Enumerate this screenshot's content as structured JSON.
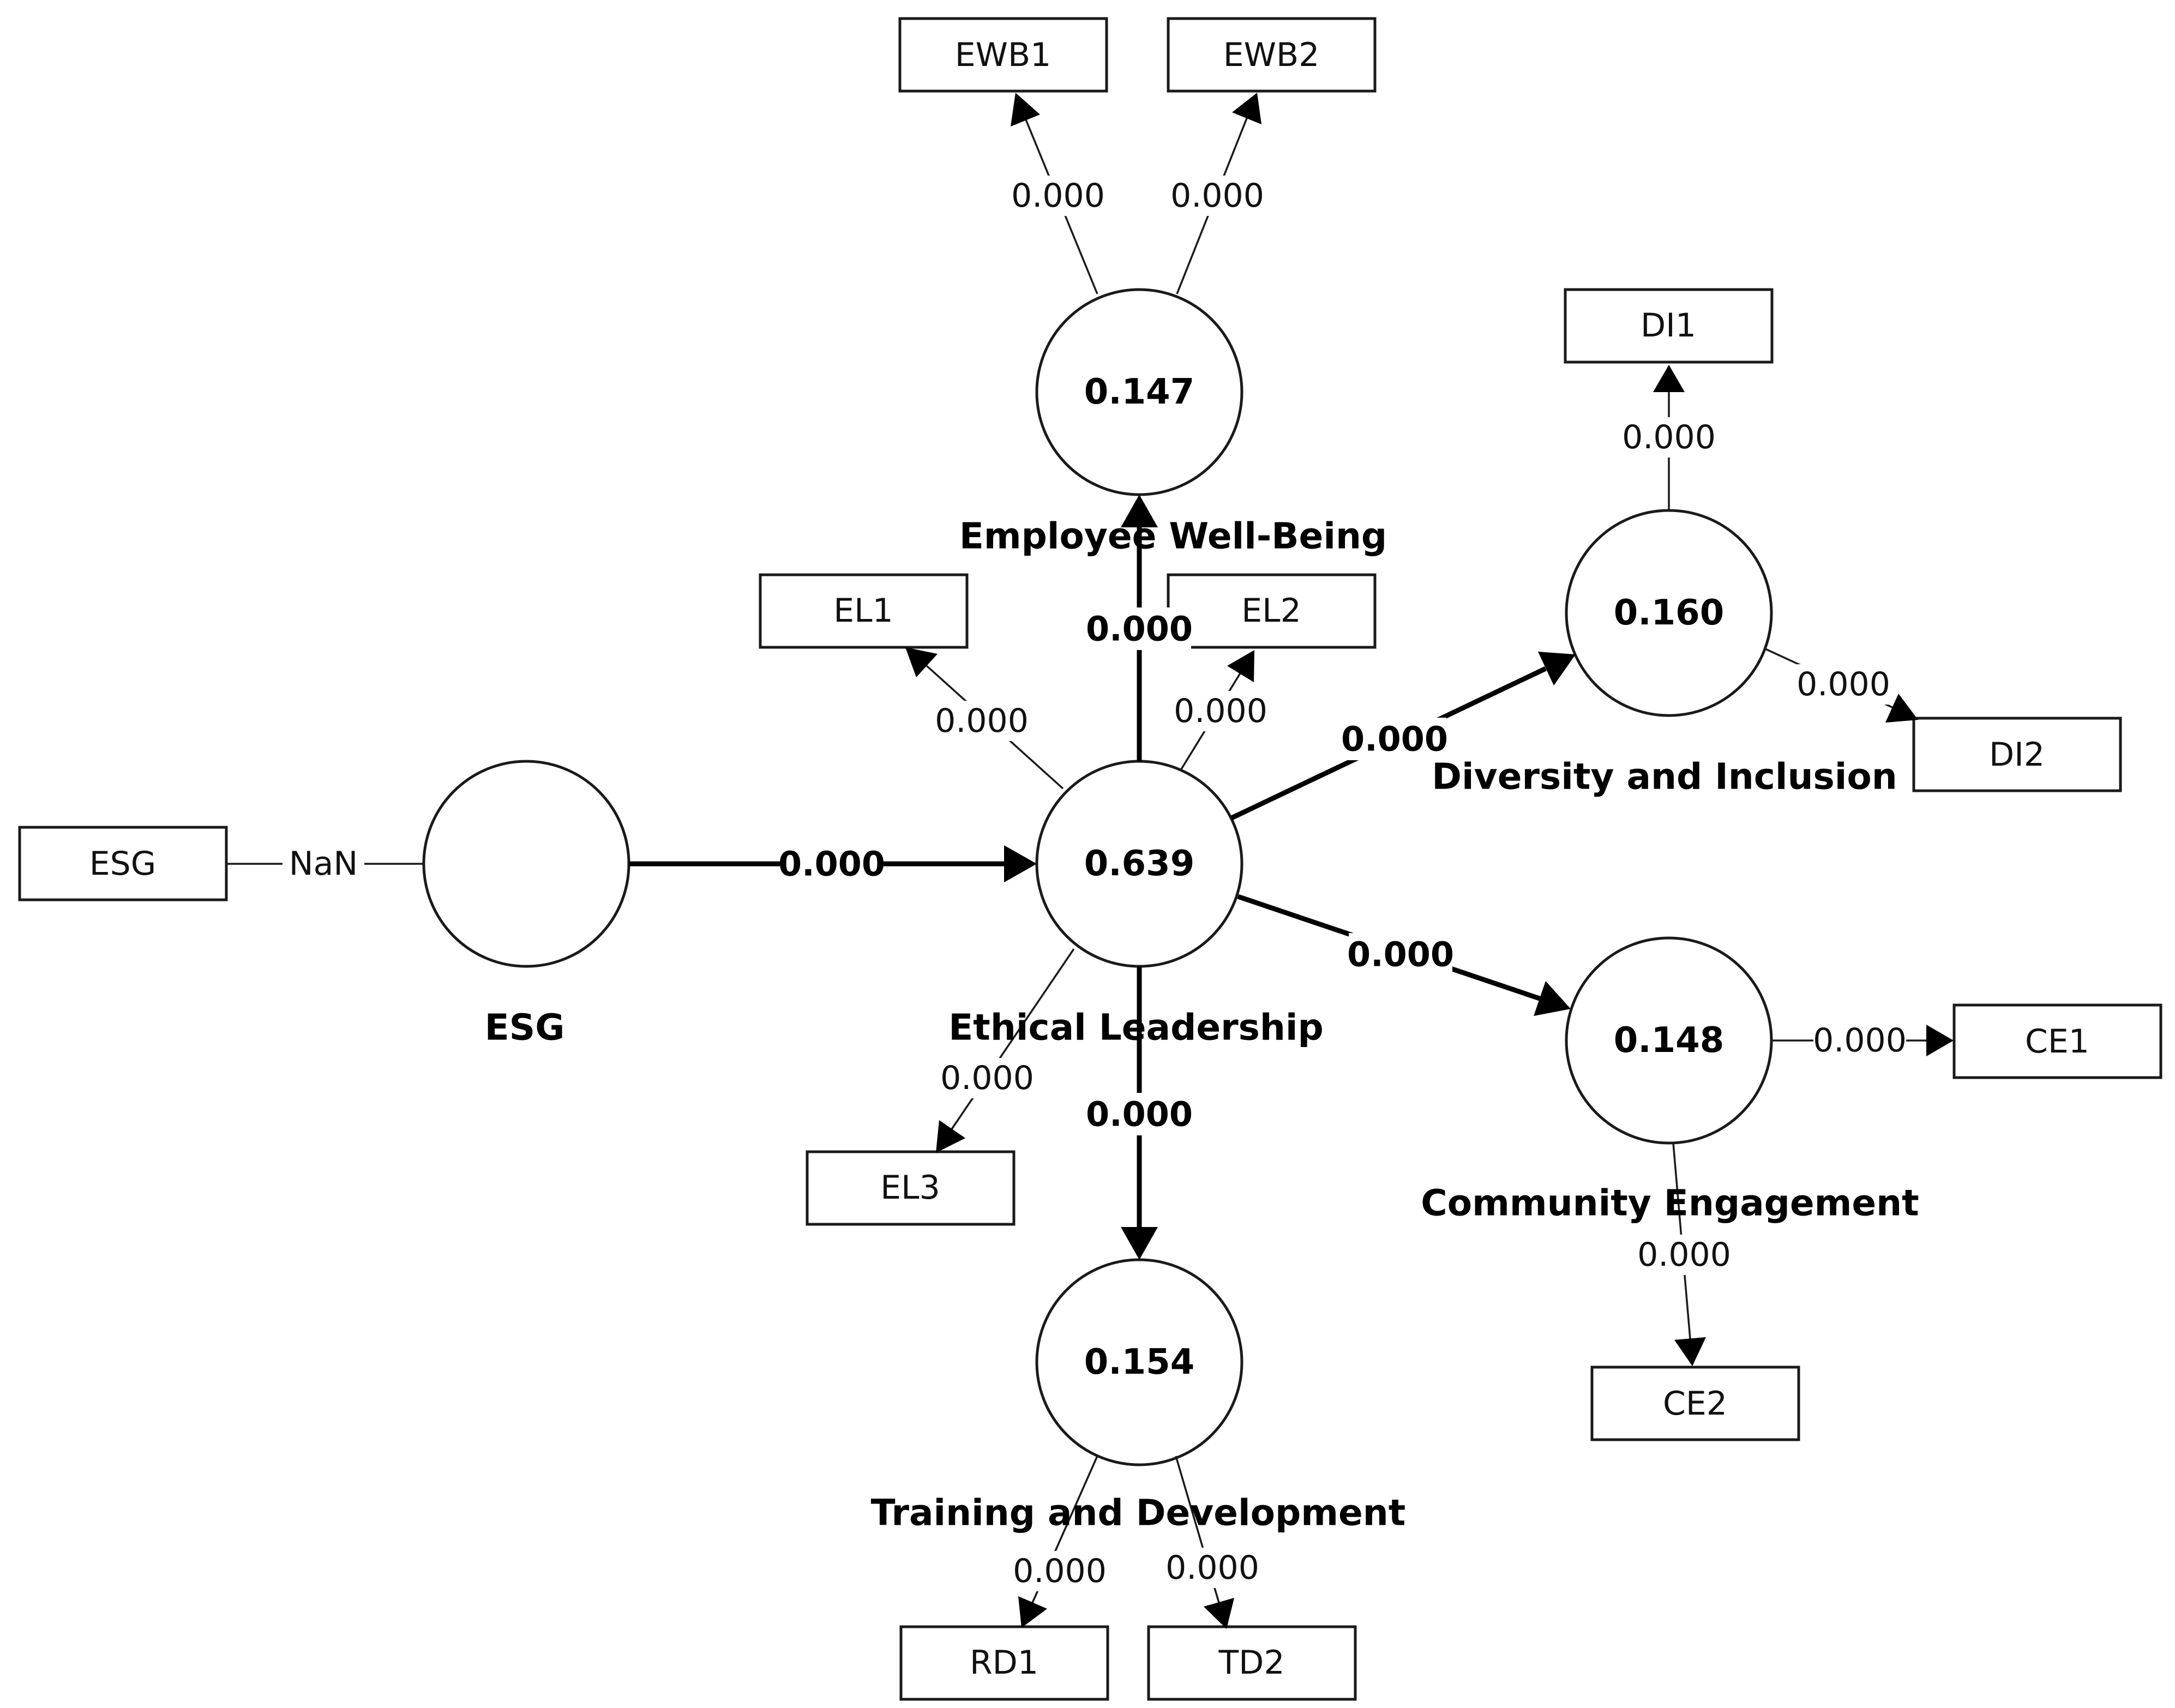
{
  "latent_variables": [
    {
      "id": "esg",
      "name": "ESG",
      "r2": ""
    },
    {
      "id": "el",
      "name": "Ethical Leadership",
      "r2": "0.639"
    },
    {
      "id": "ewb",
      "name": "Employee Well-Being",
      "r2": "0.147"
    },
    {
      "id": "di",
      "name": "Diversity and Inclusion",
      "r2": "0.160"
    },
    {
      "id": "ce",
      "name": "Community Engagement",
      "r2": "0.148"
    },
    {
      "id": "td",
      "name": "Training and Development",
      "r2": "0.154"
    }
  ],
  "indicators": [
    {
      "id": "ESG",
      "label": "ESG",
      "construct": "esg"
    },
    {
      "id": "EWB1",
      "label": "EWB1",
      "construct": "ewb"
    },
    {
      "id": "EWB2",
      "label": "EWB2",
      "construct": "ewb"
    },
    {
      "id": "DI1",
      "label": "DI1",
      "construct": "di"
    },
    {
      "id": "DI2",
      "label": "DI2",
      "construct": "di"
    },
    {
      "id": "EL1",
      "label": "EL1",
      "construct": "el"
    },
    {
      "id": "EL2",
      "label": "EL2",
      "construct": "el"
    },
    {
      "id": "EL3",
      "label": "EL3",
      "construct": "el"
    },
    {
      "id": "CE1",
      "label": "CE1",
      "construct": "ce"
    },
    {
      "id": "CE2",
      "label": "CE2",
      "construct": "ce"
    },
    {
      "id": "RD1",
      "label": "RD1",
      "construct": "td"
    },
    {
      "id": "TD2",
      "label": "TD2",
      "construct": "td"
    }
  ],
  "outer_paths": [
    {
      "from": "esg",
      "to": "ESG",
      "value": "NaN"
    },
    {
      "from": "ewb",
      "to": "EWB1",
      "value": "0.000"
    },
    {
      "from": "ewb",
      "to": "EWB2",
      "value": "0.000"
    },
    {
      "from": "di",
      "to": "DI1",
      "value": "0.000"
    },
    {
      "from": "di",
      "to": "DI2",
      "value": "0.000"
    },
    {
      "from": "el",
      "to": "EL1",
      "value": "0.000"
    },
    {
      "from": "el",
      "to": "EL2",
      "value": "0.000"
    },
    {
      "from": "el",
      "to": "EL3",
      "value": "0.000"
    },
    {
      "from": "ce",
      "to": "CE1",
      "value": "0.000"
    },
    {
      "from": "ce",
      "to": "CE2",
      "value": "0.000"
    },
    {
      "from": "td",
      "to": "RD1",
      "value": "0.000"
    },
    {
      "from": "td",
      "to": "TD2",
      "value": "0.000"
    }
  ],
  "structural_paths": [
    {
      "from": "esg",
      "to": "el",
      "value": "0.000"
    },
    {
      "from": "el",
      "to": "ewb",
      "value": "0.000"
    },
    {
      "from": "el",
      "to": "di",
      "value": "0.000"
    },
    {
      "from": "el",
      "to": "ce",
      "value": "0.000"
    },
    {
      "from": "el",
      "to": "td",
      "value": "0.000"
    }
  ]
}
